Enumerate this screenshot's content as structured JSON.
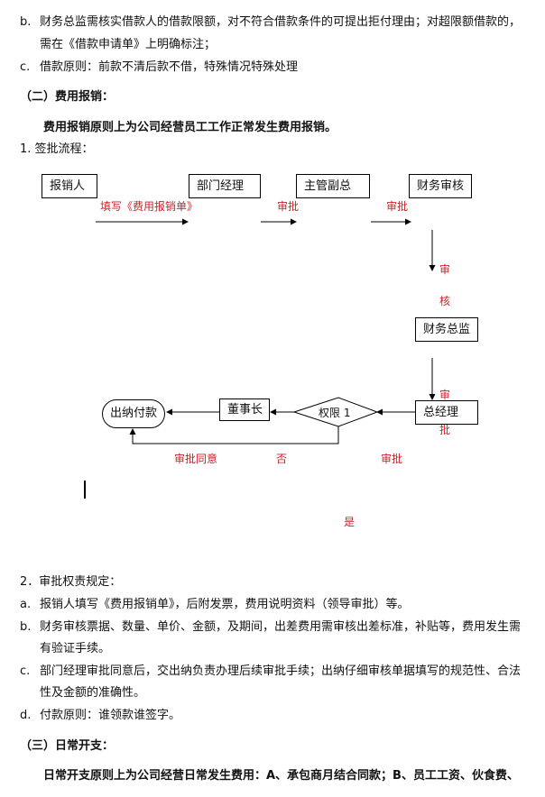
{
  "top": {
    "b_label": "b.",
    "b_line1": "财务总监需核实借款人的借款限额，对不符合借款条件的可提出拒付理由；对超限额借款的，",
    "b_line2": "需在《借款申请单》上明确标注；",
    "c_label": "c.",
    "c_line": "借款原则：前款不清后款不借，特殊情况特殊处理"
  },
  "section2": {
    "heading": "（二）费用报销：",
    "principle": "费用报销原则上为公司经营员工工作正常发生费用报销。",
    "item1": "1.  签批流程："
  },
  "flow": {
    "box_baoxiaoren": "报销人",
    "box_bumen": "部门经理",
    "box_zhuguan": "主管副总",
    "box_caiwu_shenhe": "财务审核",
    "box_caiwu_zongjian": "财务总监",
    "box_zongjingli": "总经理",
    "diamond": "权限 1",
    "box_dongshizhang": "董事长",
    "box_chuna": "出纳付款",
    "lbl_fill": "填写《费用报销单》",
    "lbl_shenpi1": "审批",
    "lbl_shenpi2": "审批",
    "lbl_shen": "审",
    "lbl_he": "核",
    "lbl_shen2": "审",
    "lbl_pi2": "批",
    "lbl_tongyi": "审批同意",
    "lbl_fou": "否",
    "lbl_shenpi3": "审批",
    "lbl_shi": "是"
  },
  "section2b": {
    "heading": "2．审批权责规定：",
    "a_label": "a.",
    "a_line": "报销人填写《费用报销单》，后附发票，费用说明资料（领导审批）等。",
    "b_label": "b.",
    "b_line1": "财务审核票据、数量、单价、金额，及期间，出差费用需审核出差标准，补贴等，费用发生需",
    "b_line2": "有验证手续。",
    "c_label": "c.",
    "c_line1": "部门经理审批同意后，交出纳负责办理后续审批手续；出纳仔细审核单据填写的规范性、合法",
    "c_line2": "性及金额的准确性。",
    "d_label": "d.",
    "d_line": "付款原则：谁领款谁签字。"
  },
  "section3": {
    "heading": "（三）日常开支：",
    "principle": "日常开支原则上为公司经营日常发生费用：A、承包商月结合同款；B、员工工资、伙食费、"
  }
}
